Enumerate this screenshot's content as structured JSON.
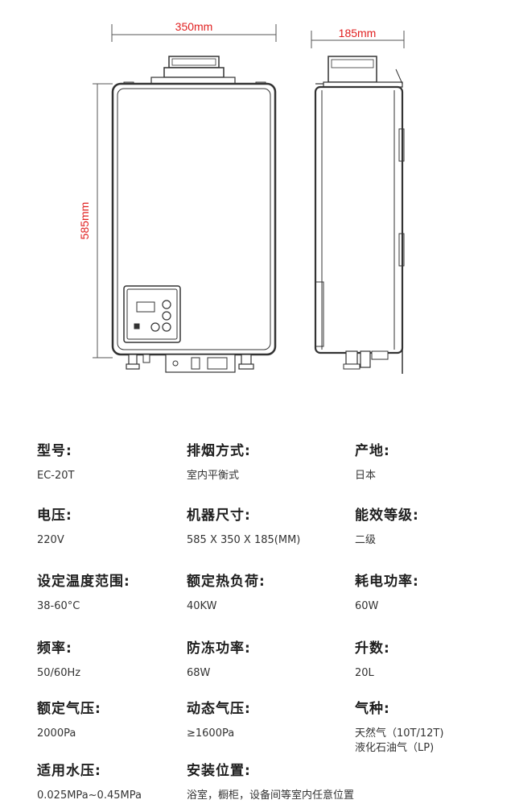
{
  "drawing": {
    "width_label": "350mm",
    "depth_label": "185mm",
    "height_label": "585mm",
    "accent_color": "#e02020"
  },
  "specs": [
    {
      "label": "型号:",
      "value": "EC-20T"
    },
    {
      "label": "排烟方式:",
      "value": "室内平衡式"
    },
    {
      "label": "产地:",
      "value": "日本"
    },
    {
      "label": "电压:",
      "value": "220V"
    },
    {
      "label": "机器尺寸:",
      "value": "585 X 350 X 185(MM)"
    },
    {
      "label": "能效等级:",
      "value": "二级"
    },
    {
      "label": "设定温度范围:",
      "value": "38-60°C"
    },
    {
      "label": "额定热负荷:",
      "value": "40KW"
    },
    {
      "label": "耗电功率:",
      "value": "60W"
    },
    {
      "label": "频率:",
      "value": "50/60Hz"
    },
    {
      "label": "防冻功率:",
      "value": "68W"
    },
    {
      "label": "升数:",
      "value": "20L"
    },
    {
      "label": "额定气压:",
      "value": "2000Pa"
    },
    {
      "label": "动态气压:",
      "value": "≥1600Pa"
    },
    {
      "label": "气种:",
      "value_lines": [
        "天然气（10T/12T)",
        "液化石油气（LP)"
      ]
    },
    {
      "label": "适用水压:",
      "value": "0.025MPa~0.45MPa"
    },
    {
      "label": "安装位置:",
      "value": "浴室，橱柜，设备间等室内任意位置"
    }
  ]
}
